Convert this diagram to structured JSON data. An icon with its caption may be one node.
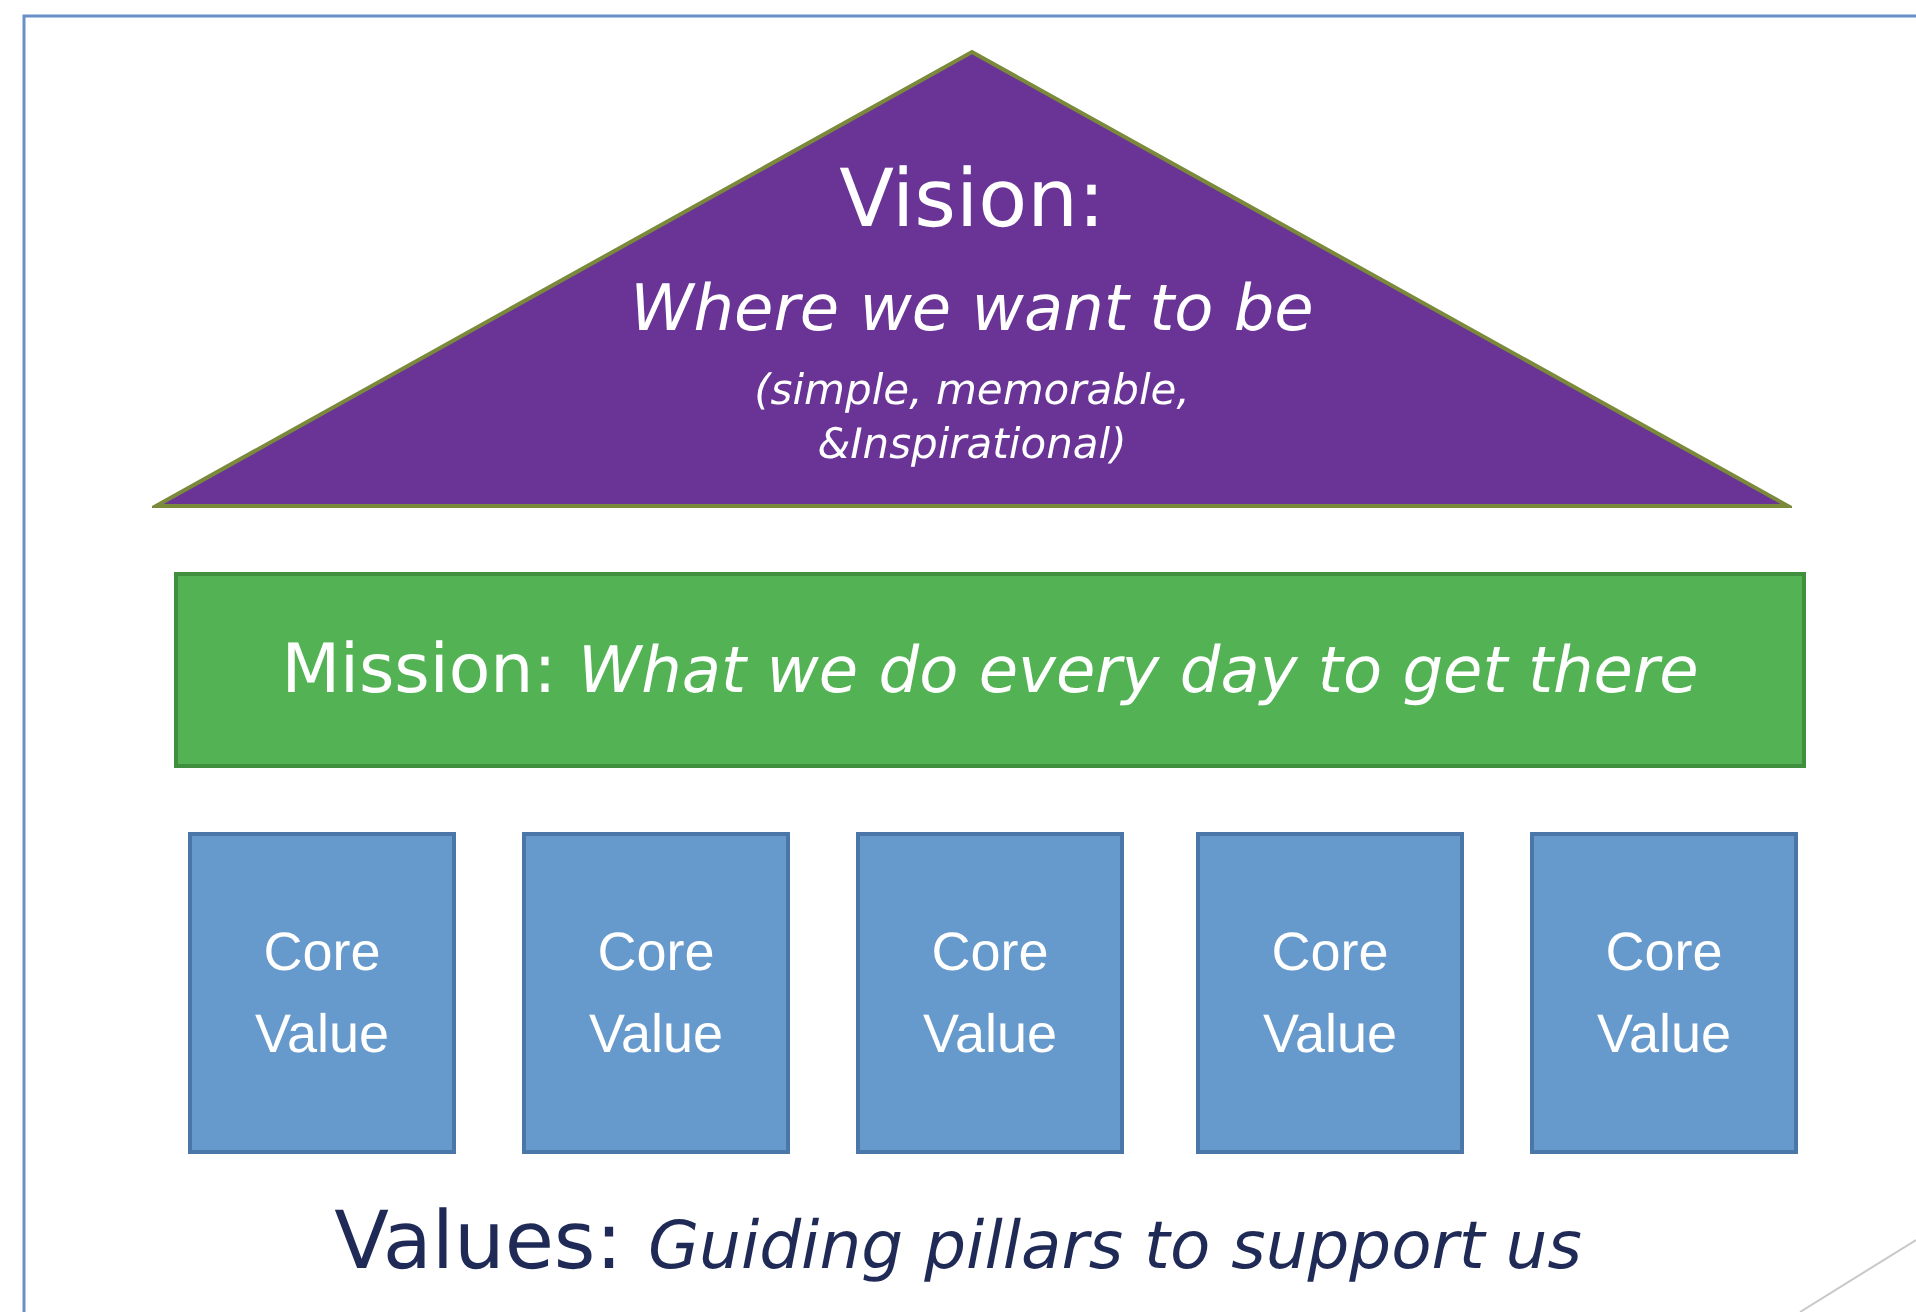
{
  "diagram": {
    "nodes": [
      {
        "text": [
          "Vision:",
          "Where we want to be",
          "(simple, memorable, &Inspirational)"
        ]
      },
      {
        "text": [
          "Mission: *What we do every day to get there*"
        ]
      },
      {
        "text": [
          "Core Value"
        ]
      },
      {
        "text": [
          "Core Value"
        ]
      },
      {
        "text": [
          "Core Value"
        ]
      },
      {
        "text": [
          "Core Value"
        ]
      },
      {
        "text": [
          "Core Value"
        ]
      }
    ],
    "edges": [],
    "labels": [
      "Values: *Guiding pillars to support us*"
    ]
  }
}
